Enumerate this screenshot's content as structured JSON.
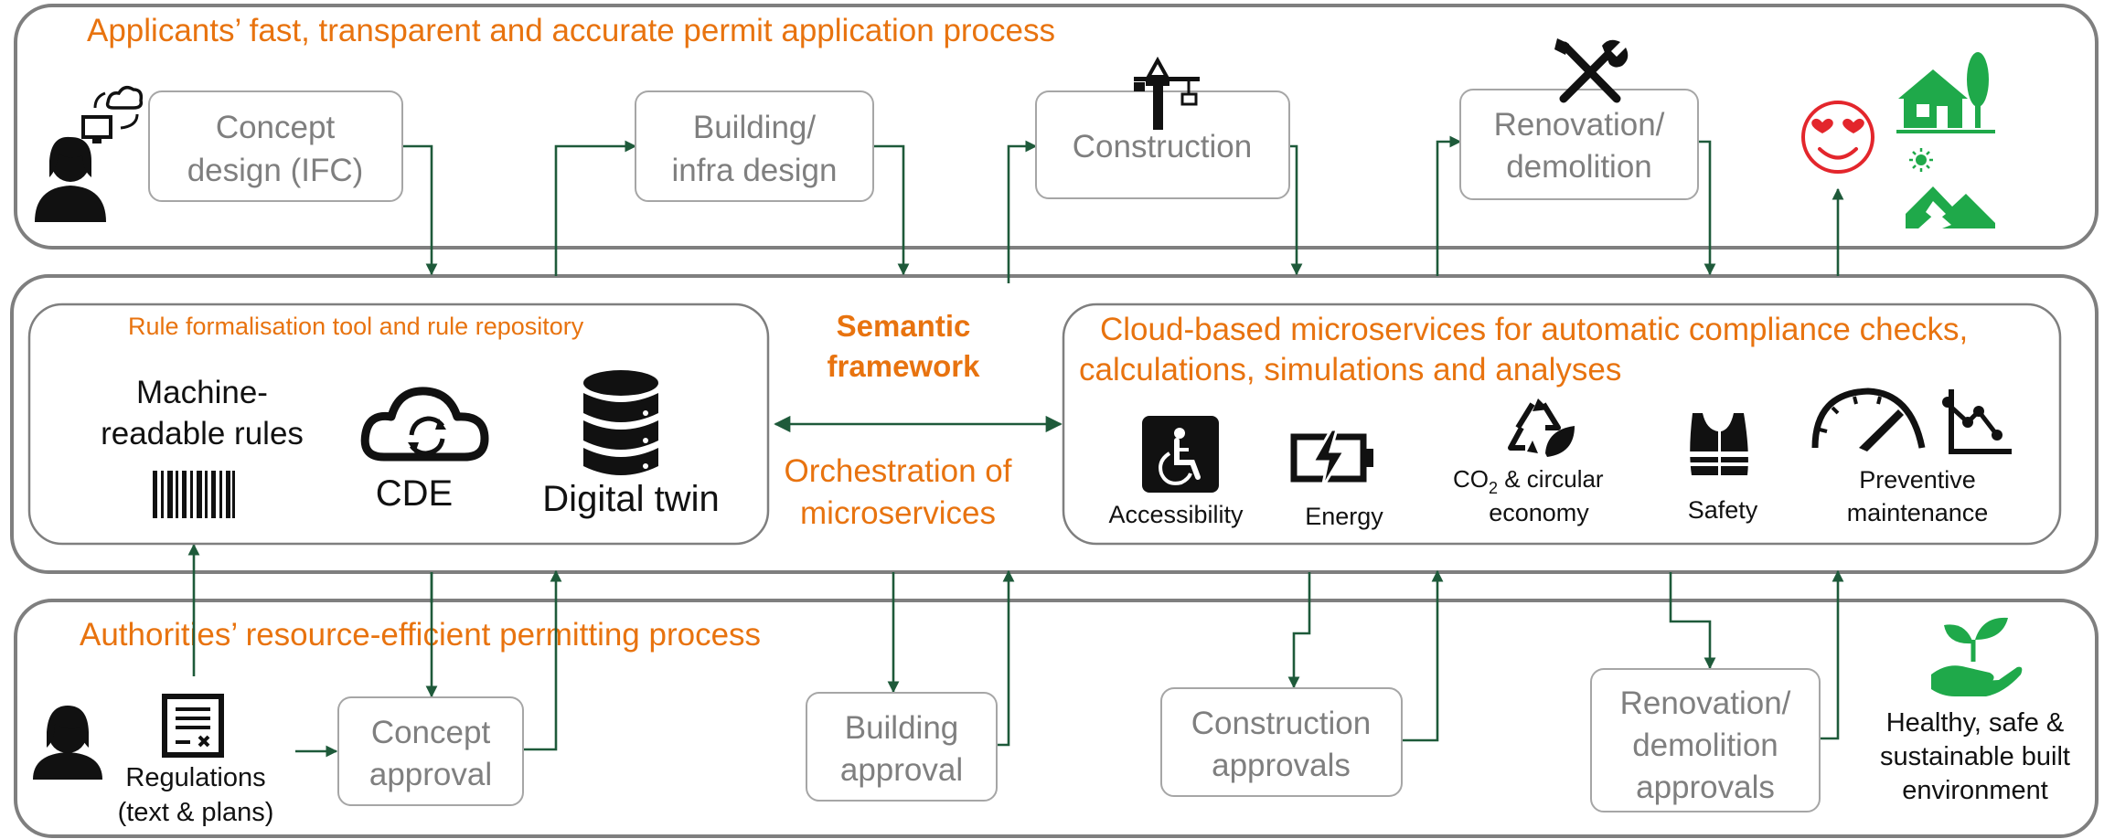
{
  "lanes": {
    "applicants_title": "Applicants’ fast, transparent and accurate permit application process",
    "authorities_title": "Authorities’ resource-efficient permitting process"
  },
  "applicant_steps": {
    "concept_design": [
      "Concept",
      "design (IFC)"
    ],
    "building_design": [
      "Building/",
      "infra design"
    ],
    "construction": [
      "Construction"
    ],
    "renovation": [
      "Renovation/",
      "demolition"
    ]
  },
  "rules_panel": {
    "title": "Rule formalisation tool and rule repository",
    "machine_rules": [
      "Machine-",
      "readable rules"
    ],
    "cde": "CDE",
    "digital_twin": "Digital twin"
  },
  "semantic": {
    "title": [
      "Semantic",
      "framework"
    ],
    "orchestration": [
      "Orchestration of",
      "microservices"
    ]
  },
  "cloud_panel": {
    "title": [
      "Cloud-based microservices for automatic compliance checks,",
      "calculations, simulations and analyses"
    ],
    "services": {
      "accessibility": "Accessibility",
      "energy": "Energy",
      "co2_prefix": "CO",
      "co2_sub": "2",
      "co2_rest": " & circular",
      "co2_line2": "economy",
      "safety": "Safety",
      "maintenance": [
        "Preventive",
        "maintenance"
      ]
    }
  },
  "authority_steps": {
    "regulations": [
      "Regulations",
      "(text & plans)"
    ],
    "concept_approval": [
      "Concept",
      "approval"
    ],
    "building_approval": [
      "Building",
      "approval"
    ],
    "construction_approvals": [
      "Construction",
      "approvals"
    ],
    "renovation_approvals": [
      "Renovation/",
      "demolition",
      "approvals"
    ],
    "outcome": [
      "Healthy, safe &",
      "sustainable built",
      "environment"
    ]
  },
  "colors": {
    "accent_orange": "#e8730f",
    "arrow_green": "#1e5a3a",
    "icon_green": "#1fa94a",
    "smiley_red": "#e3262c",
    "box_gray": "#7f7f7f"
  },
  "icons": {
    "applicant": "person-with-computer-cloud-icon",
    "construction": "tower-crane-icon",
    "renovation": "wrench-screwdriver-icon",
    "happy": "heart-eyes-smiley-icon",
    "house": "green-house-icon",
    "land": "green-landscape-icon",
    "barcode": "barcode-icon",
    "cde": "cloud-sync-icon",
    "database": "database-icon",
    "accessibility": "wheelchair-icon",
    "energy": "battery-bolt-icon",
    "recycle": "recycle-leaf-icon",
    "safety": "safety-vest-icon",
    "maintenance": "gauge-chart-icon",
    "officer": "person-icon",
    "regulations": "document-icon",
    "plant": "hand-with-plant-icon"
  }
}
